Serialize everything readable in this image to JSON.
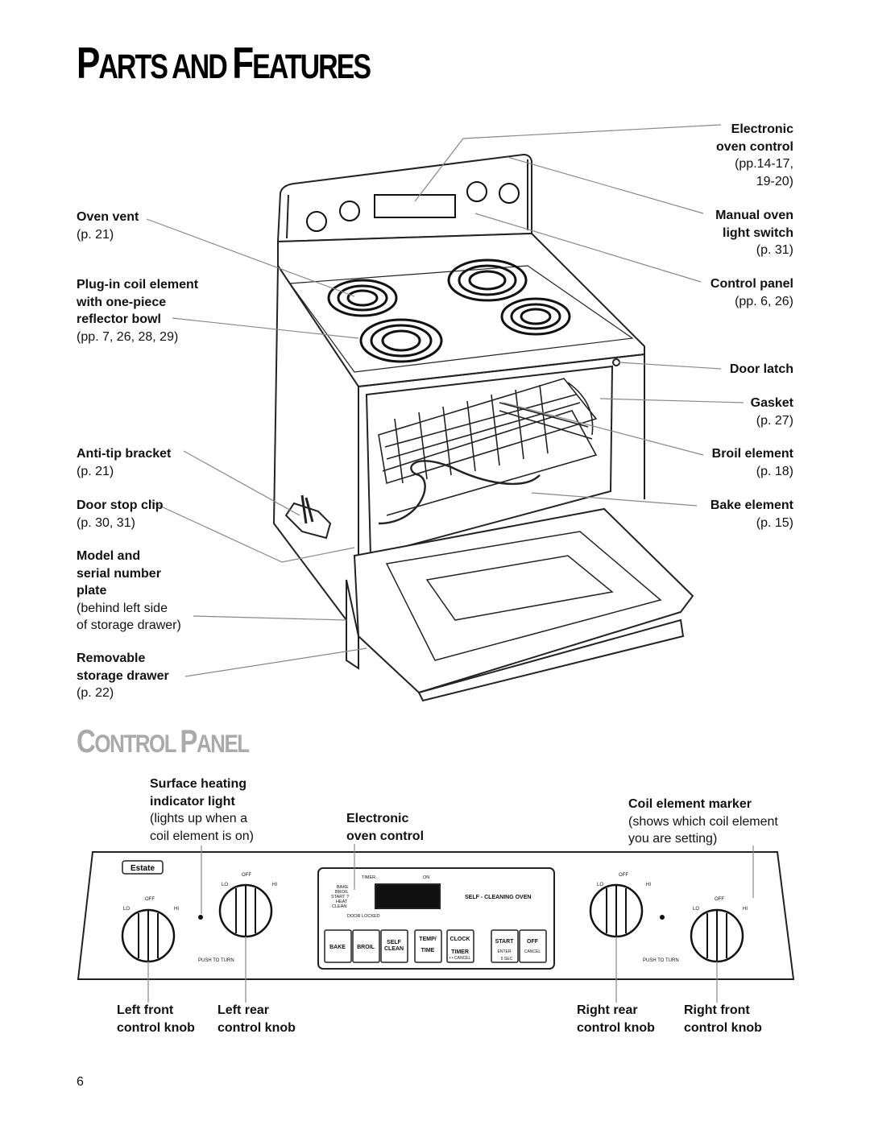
{
  "title": {
    "first_cap": "P",
    "first_rest": "ARTS AND ",
    "second_cap": "F",
    "second_rest": "EATURES"
  },
  "subtitle": {
    "first_cap": "C",
    "first_rest": "ONTROL ",
    "second_cap": "P",
    "second_rest": "ANEL"
  },
  "left_labels": [
    {
      "name": "oven-vent-label",
      "bold": [
        "Oven vent"
      ],
      "plain": [
        "(p. 21)"
      ]
    },
    {
      "name": "plug-in-coil-label",
      "bold": [
        "Plug-in coil element",
        "with one-piece",
        "reflector bowl"
      ],
      "plain": [
        "(pp. 7, 26, 28, 29)"
      ]
    },
    {
      "name": "anti-tip-label",
      "bold": [
        "Anti-tip bracket"
      ],
      "plain": [
        "(p. 21)"
      ]
    },
    {
      "name": "door-stop-label",
      "bold": [
        "Door stop clip"
      ],
      "plain": [
        "(p. 30, 31)"
      ]
    },
    {
      "name": "model-serial-label",
      "bold": [
        "Model and",
        "serial number",
        "plate"
      ],
      "plain": [
        "(behind left side",
        "of storage drawer)"
      ]
    },
    {
      "name": "storage-drawer-label",
      "bold": [
        "Removable",
        "storage drawer"
      ],
      "plain": [
        "(p. 22)"
      ]
    }
  ],
  "right_labels": [
    {
      "name": "electronic-control-label",
      "bold": [
        "Electronic",
        "oven control"
      ],
      "plain": [
        "(pp.14-17,",
        "19-20)"
      ]
    },
    {
      "name": "light-switch-label",
      "bold": [
        "Manual oven",
        "light switch"
      ],
      "plain": [
        "(p. 31)"
      ]
    },
    {
      "name": "control-panel-label",
      "bold": [
        "Control panel"
      ],
      "plain": [
        "(pp. 6, 26)"
      ]
    },
    {
      "name": "door-latch-label",
      "bold": [
        "Door latch"
      ],
      "plain": []
    },
    {
      "name": "gasket-label",
      "bold": [
        "Gasket"
      ],
      "plain": [
        "(p. 27)"
      ]
    },
    {
      "name": "broil-element-label",
      "bold": [
        "Broil element"
      ],
      "plain": [
        "(p. 18)"
      ]
    },
    {
      "name": "bake-element-label",
      "bold": [
        "Bake element"
      ],
      "plain": [
        "(p. 15)"
      ]
    }
  ],
  "panel_top_labels": {
    "surface_bold": [
      "Surface heating",
      "indicator light"
    ],
    "surface_plain": [
      "(lights up when a",
      "coil element is on)"
    ],
    "electronic_bold": [
      "Electronic",
      "oven control"
    ],
    "marker_bold": [
      "Coil element marker"
    ],
    "marker_plain": [
      "(shows which coil element",
      "you are setting)"
    ]
  },
  "panel_bottom_labels": [
    [
      "Left front",
      "control knob"
    ],
    [
      "Left rear",
      "control knob"
    ],
    [
      "Right rear",
      "control knob"
    ],
    [
      "Right front",
      "control knob"
    ]
  ],
  "panel": {
    "brand": "Estate",
    "off": "OFF",
    "lo": "LO",
    "hi": "HI",
    "push_to_turn": "PUSH TO TURN",
    "timer": "TIMER",
    "on": "ON",
    "bake_ind": "BAKE",
    "broil_ind": "BROIL",
    "start_ind": "START ?",
    "heat_ind": "HEAT",
    "clean_ind": "CLEAN",
    "door_locked": "DOOR LOCKED",
    "self_cleaning": "SELF - CLEANING OVEN",
    "buttons": {
      "bake": "BAKE",
      "broil": "BROIL",
      "self": "SELF",
      "clean": "CLEAN",
      "temp": "TEMP/",
      "time": "TIME",
      "clock": "CLOCK",
      "timer": "TIMER",
      "cancel_small": "• • CANCEL",
      "start": "START",
      "enter": "ENTER",
      "sec": "5 SEC",
      "off": "OFF",
      "cancel": "CANCEL"
    }
  },
  "page_number": "6"
}
